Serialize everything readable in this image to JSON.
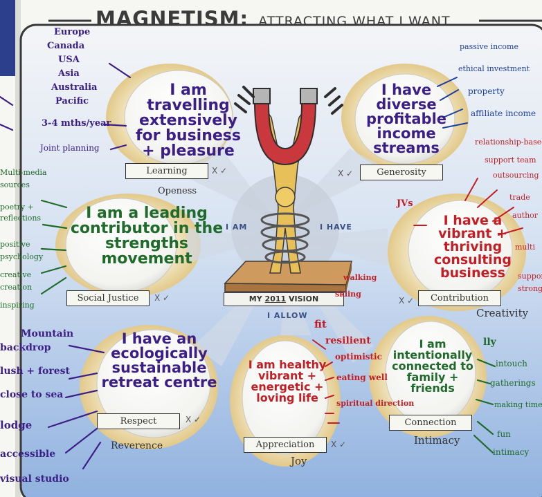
{
  "title": {
    "main": "MAGNETISM:",
    "sub": "ATTRACTING WHAT I WANT"
  },
  "center": {
    "i_am": "I AM",
    "i_have": "I HAVE",
    "i_allow": "I ALLOW",
    "vision_prefix": "MY",
    "vision_year": "2011",
    "vision_suffix": "VISION"
  },
  "petals": {
    "travel": {
      "statement": "I am travelling extensively for business + pleasure",
      "value": "Learning",
      "extra": "Openess",
      "marks": "X ✓"
    },
    "income": {
      "statement": "I have diverse profitable income streams",
      "value": "Generosity",
      "marks": "X ✓"
    },
    "leader": {
      "statement": "I am a leading contributor in the strengths movement",
      "value": "Social Justice",
      "marks": "X ✓"
    },
    "consult": {
      "statement": "I have a vibrant + thriving consulting business",
      "value": "Contribution",
      "extra": "Creativity",
      "marks": "X ✓",
      "note": "JVs"
    },
    "retreat": {
      "statement": "I have an ecologically sustainable retreat centre",
      "value": "Respect",
      "extra": "Reverence",
      "marks": "X ✓"
    },
    "health": {
      "statement": "I am healthy vibrant + energetic + loving life",
      "value": "Appreciation",
      "extra": "Joy",
      "marks": "X ✓"
    },
    "family": {
      "statement": "I am intentionally connected to family + friends",
      "value": "Connection",
      "extra": "Intimacy",
      "marks": ""
    }
  },
  "notes": {
    "travel_places": [
      "Europe",
      "Canada",
      "USA",
      "Asia",
      "Australia",
      "Pacific",
      "3-4 mths/year",
      "Joint planning"
    ],
    "left_edge": [
      "Multi-media",
      "sources",
      "poetry +",
      "reflections",
      "positive",
      "psychology",
      "creative",
      "creation",
      "inspiring"
    ],
    "retreat_list": [
      "Mountain",
      "backdrop",
      "lush + forest",
      "close to sea",
      "lodge",
      "accessible",
      "visual studio"
    ],
    "income_list": [
      "passive income",
      "ethical investment",
      "property",
      "affiliate income"
    ],
    "consult_list": [
      "relationship-based",
      "support team",
      "outsourcing",
      "trade",
      "author"
    ],
    "consult_right": [
      "multi",
      "support",
      "strong"
    ],
    "health_list": [
      "fit",
      "resilient",
      "optimistic",
      "eating well",
      "spiritual direction",
      "walking",
      "skiing"
    ],
    "family_list": [
      "intouch",
      "gatherings",
      "making time",
      "fun",
      "intimacy"
    ],
    "family_extra": "lly"
  },
  "colors": {
    "purple_ink": "#3b1f86",
    "green_ink": "#1f6b2a",
    "red_ink": "#c41e24",
    "blue_ink": "#1e3fa0",
    "sky": "#a8c3e6",
    "petal": "#e2c582"
  },
  "icons": {
    "magnet": "horseshoe-magnet",
    "figure": "figure-holding-magnet"
  }
}
